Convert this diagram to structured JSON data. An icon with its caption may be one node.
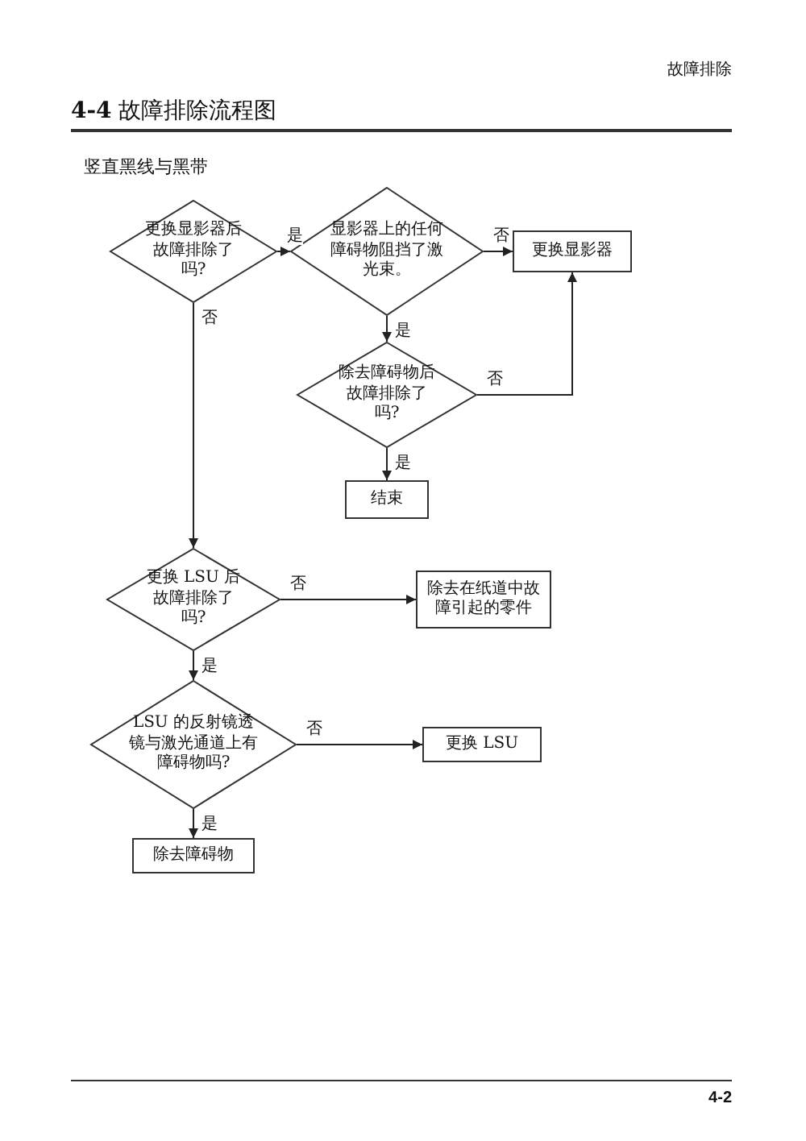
{
  "diagram": {
    "title": "**4-4** 故障排除流程图",
    "nodes": [
      {
        "text": [
          "更换显影器后故障排除了吗?"
        ]
      },
      {
        "text": [
          "显影器上的任何障碍物阻挡了激光束。"
        ]
      },
      {
        "text": [
          "更换显影器"
        ]
      },
      {
        "text": [
          "除去障碍物后故障排除了吗?"
        ]
      },
      {
        "text": [
          "结束"
        ]
      },
      {
        "text": [
          "更换 LSU 后故障排除了吗?"
        ]
      },
      {
        "text": [
          "除去在纸道中故障引起的零件"
        ]
      },
      {
        "text": [
          "LSU 的反射镜透镜与激光通道上有障碍物吗?"
        ]
      },
      {
        "text": [
          "更换 LSU"
        ]
      },
      {
        "text": [
          "除去障碍物"
        ]
      }
    ],
    "edges": [
      {
        "from": 0,
        "to": 1,
        "arrow": "to",
        "label": "是"
      },
      {
        "from": 1,
        "to": 2,
        "arrow": "to",
        "label": "否"
      },
      {
        "from": 1,
        "to": 3,
        "arrow": "to",
        "label": "是"
      },
      {
        "from": 3,
        "to": 2,
        "arrow": "to",
        "label": "否"
      },
      {
        "from": 3,
        "to": 4,
        "arrow": "to",
        "label": "是"
      },
      {
        "from": 0,
        "to": 5,
        "arrow": "to",
        "label": "否"
      },
      {
        "from": 5,
        "to": 6,
        "arrow": "to",
        "label": "否"
      },
      {
        "from": 5,
        "to": 7,
        "arrow": "to",
        "label": "是"
      },
      {
        "from": 7,
        "to": 8,
        "arrow": "to",
        "label": "否"
      },
      {
        "from": 7,
        "to": 9,
        "arrow": "to",
        "label": "是"
      }
    ],
    "labels": [
      "故障排除",
      "竖直黑线与黑带",
      "4-2"
    ]
  }
}
